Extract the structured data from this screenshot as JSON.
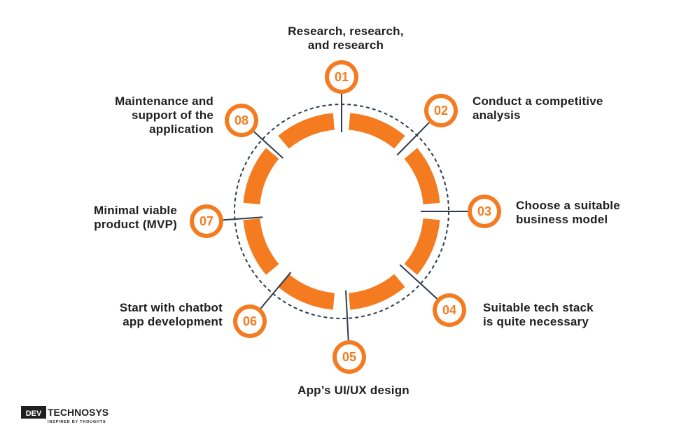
{
  "colors": {
    "accent": "#f47b20",
    "line": "#2f3b4c",
    "text": "#1f1f1f"
  },
  "steps": [
    {
      "number": "01",
      "lines": [
        "Research, research,",
        "and research"
      ]
    },
    {
      "number": "02",
      "lines": [
        "Conduct a competitive",
        "analysis"
      ]
    },
    {
      "number": "03",
      "lines": [
        "Choose a suitable",
        "business model"
      ]
    },
    {
      "number": "04",
      "lines": [
        "Suitable tech stack",
        "is quite necessary"
      ]
    },
    {
      "number": "05",
      "lines": [
        "App’s UI/UX design"
      ]
    },
    {
      "number": "06",
      "lines": [
        "Start with chatbot",
        "app development"
      ]
    },
    {
      "number": "07",
      "lines": [
        "Minimal viable",
        "product (MVP)"
      ]
    },
    {
      "number": "08",
      "lines": [
        "Maintenance and",
        "support of the",
        "application"
      ]
    }
  ],
  "logo": {
    "brand_left": "DEV",
    "brand_right": "TECHNOSYS",
    "tagline": "INSPIRED BY THOUGHTS"
  }
}
